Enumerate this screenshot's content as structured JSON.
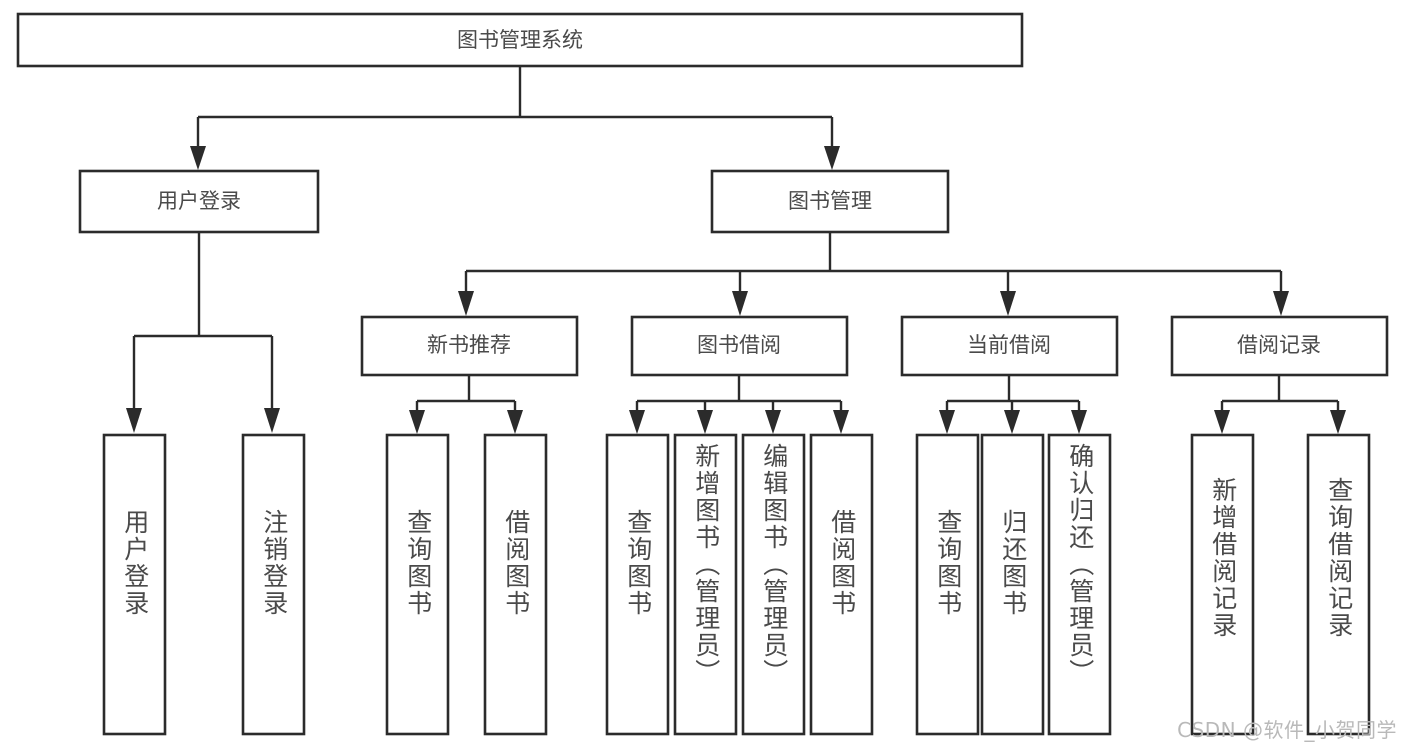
{
  "diagram": {
    "type": "tree-hierarchy-chart",
    "orientation": "top-down",
    "colors": {
      "box_stroke": "#2b2b2b",
      "box_fill": "#ffffff",
      "text": "#4a4a4a",
      "connector": "#2b2b2b",
      "watermark": "#b9b9b9",
      "background": "#ffffff"
    },
    "root": {
      "label": "图书管理系统"
    },
    "level2": [
      {
        "id": "user-login",
        "label": "用户登录"
      },
      {
        "id": "book-management",
        "label": "图书管理"
      }
    ],
    "level3": [
      {
        "id": "new-book-recommend",
        "label": "新书推荐"
      },
      {
        "id": "book-borrow",
        "label": "图书借阅"
      },
      {
        "id": "current-borrow",
        "label": "当前借阅"
      },
      {
        "id": "borrow-record",
        "label": "借阅记录"
      }
    ],
    "leaves": {
      "user-login": [
        {
          "id": "leaf-user-login",
          "label": "用户登录"
        },
        {
          "id": "leaf-logout",
          "label": "注销登录"
        }
      ],
      "new-book-recommend": [
        {
          "id": "leaf-query-book-1",
          "label": "查询图书"
        },
        {
          "id": "leaf-borrow-book-1",
          "label": "借阅图书"
        }
      ],
      "book-borrow": [
        {
          "id": "leaf-query-book-2",
          "label": "查询图书"
        },
        {
          "id": "leaf-add-book",
          "label": "新增图书（管理员）"
        },
        {
          "id": "leaf-edit-book",
          "label": "编辑图书（管理员）"
        },
        {
          "id": "leaf-borrow-book-2",
          "label": "借阅图书"
        }
      ],
      "current-borrow": [
        {
          "id": "leaf-query-book-3",
          "label": "查询图书"
        },
        {
          "id": "leaf-return-book",
          "label": "归还图书"
        },
        {
          "id": "leaf-confirm-return",
          "label": "确认归还（管理员）"
        }
      ],
      "borrow-record": [
        {
          "id": "leaf-add-record",
          "label": "新增借阅记录"
        },
        {
          "id": "leaf-query-record",
          "label": "查询借阅记录"
        }
      ]
    }
  },
  "watermark": {
    "text": "CSDN @软件_小贺同学"
  }
}
